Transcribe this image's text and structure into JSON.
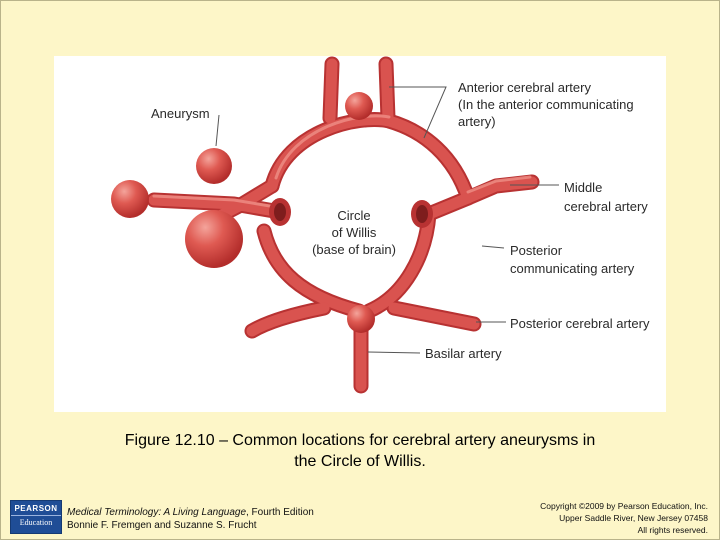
{
  "figure": {
    "labels": {
      "aneurysm": "Aneurysm",
      "anterior_line1": "Anterior cerebral artery",
      "anterior_line2": "(In the anterior communicating",
      "anterior_line3": "artery)",
      "middle_line1": "Middle",
      "middle_line2": "cerebral artery",
      "circle_line1": "Circle",
      "circle_line2": "of Willis",
      "circle_line3": "(base of brain)",
      "posterior_comm_line1": "Posterior",
      "posterior_comm_line2": "communicating artery",
      "posterior_cerebral": "Posterior cerebral artery",
      "basilar": "Basilar artery"
    },
    "colors": {
      "artery": "#d9534f",
      "artery_dark": "#b83232",
      "artery_highlight": "#ef8f86",
      "leader_line": "#555555"
    }
  },
  "caption": {
    "line1": "Figure 12.10 – Common locations for cerebral artery aneurysms in",
    "line2": "the Circle of Willis."
  },
  "footer": {
    "book_title": "Medical Terminology: A Living Language",
    "edition": ", Fourth Edition",
    "authors": "Bonnie F. Fremgen and Suzanne S. Frucht",
    "copyright_line1": "Copyright ©2009 by Pearson Education, Inc.",
    "copyright_line2": "Upper Saddle River, New Jersey 07458",
    "copyright_line3": "All rights reserved."
  },
  "logo": {
    "top": "PEARSON",
    "bottom": "Education"
  }
}
